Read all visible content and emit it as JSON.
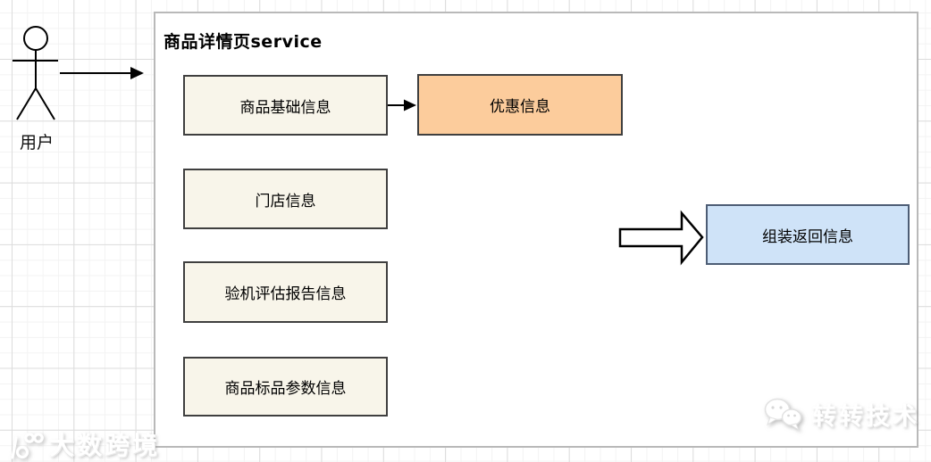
{
  "actor": {
    "label": "用户"
  },
  "container": {
    "title": "商品详情页service",
    "bg": "#ffffff",
    "border": "#b9b9b9"
  },
  "nodes": [
    {
      "name": "product-basic-info",
      "label": "商品基础信息",
      "fill": "#f8f5ea",
      "border": "#3f3f3f"
    },
    {
      "name": "promo-info",
      "label": "优惠信息",
      "fill": "#fccc9c",
      "border": "#3f3f3f"
    },
    {
      "name": "store-info",
      "label": "门店信息",
      "fill": "#f8f5ea",
      "border": "#3f3f3f"
    },
    {
      "name": "inspection-report-info",
      "label": "验机评估报告信息",
      "fill": "#f8f5ea",
      "border": "#3f3f3f"
    },
    {
      "name": "standard-product-params-info",
      "label": "商品标品参数信息",
      "fill": "#f8f5ea",
      "border": "#3f3f3f"
    },
    {
      "name": "assembled-response-info",
      "label": "组装返回信息",
      "fill": "#cfe3f8",
      "border": "#4d5d75"
    }
  ],
  "watermarks": {
    "bottom_left": "大数跨境",
    "bottom_right": "转转技术"
  }
}
